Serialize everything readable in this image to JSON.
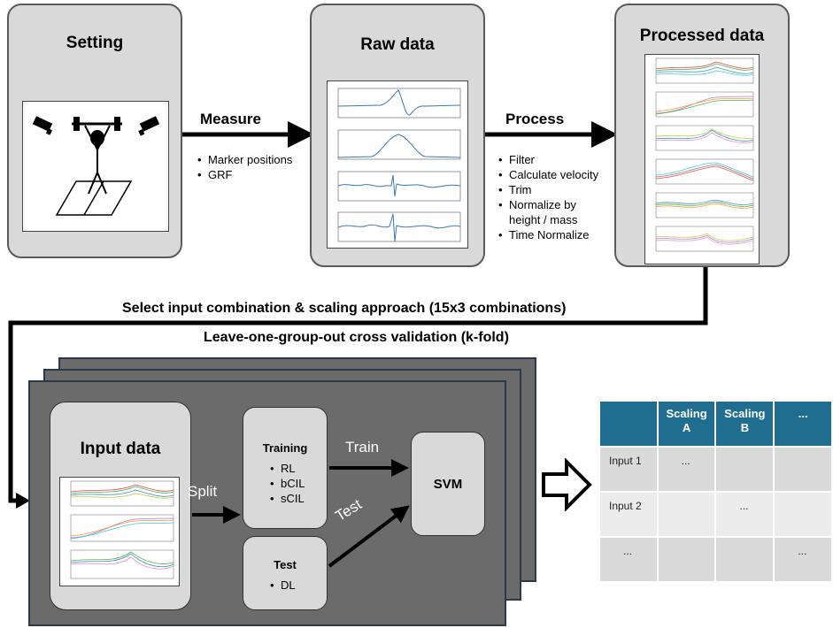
{
  "setting": {
    "title": "Setting"
  },
  "measure": {
    "label": "Measure",
    "items": [
      "Marker positions",
      "GRF"
    ]
  },
  "raw": {
    "title": "Raw data"
  },
  "process": {
    "label": "Process",
    "items": [
      "Filter",
      "Calculate velocity",
      "Trim",
      "Normalize by",
      "height / mass",
      "Time Normalize"
    ]
  },
  "processed": {
    "title": "Processed data"
  },
  "select_text": "Select input combination & scaling approach (15x3 combinations)",
  "cv_text": "Leave-one-group-out cross validation (k-fold)",
  "input": {
    "title": "Input data"
  },
  "split_label": "Split",
  "training": {
    "title": "Training",
    "items": [
      "RL",
      "bCIL",
      "sCIL"
    ]
  },
  "test": {
    "title": "Test",
    "items": [
      "DL"
    ]
  },
  "train_label": "Train",
  "test_label": "Test",
  "svm_label": "SVM",
  "table": {
    "headers": [
      "",
      "Scaling\nA",
      "Scaling\nB",
      "..."
    ],
    "rows": [
      [
        "Input 1",
        "...",
        "",
        ""
      ],
      [
        "Input 2",
        "",
        "...",
        ""
      ],
      [
        "...",
        "",
        "",
        "..."
      ]
    ]
  },
  "colors": {
    "panel": "#d9d9d9",
    "card": "#6b6b6b",
    "table_header": "#1f6e8f"
  }
}
